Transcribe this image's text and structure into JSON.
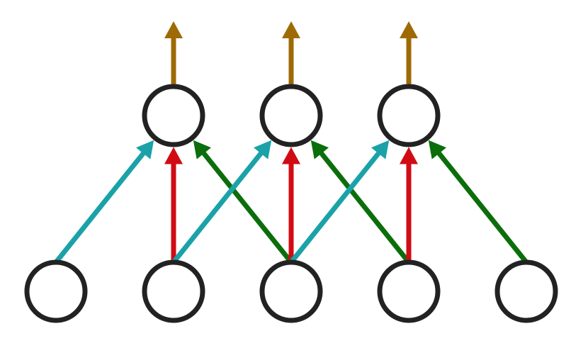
{
  "diagram": {
    "type": "neural-network-connections",
    "colors": {
      "node_stroke": "#222222",
      "node_fill": "#ffffff",
      "output_arrow": "#9e6a05",
      "left_edge": "#1aa2a8",
      "center_edge": "#d10b14",
      "right_edge": "#0b6e0b"
    },
    "layers": {
      "input_nodes": 5,
      "hidden_nodes": 3
    },
    "connections": [
      {
        "from_input": 0,
        "to_hidden": 0,
        "kind": "left_edge"
      },
      {
        "from_input": 1,
        "to_hidden": 0,
        "kind": "center_edge"
      },
      {
        "from_input": 2,
        "to_hidden": 0,
        "kind": "right_edge"
      },
      {
        "from_input": 1,
        "to_hidden": 1,
        "kind": "left_edge"
      },
      {
        "from_input": 2,
        "to_hidden": 1,
        "kind": "center_edge"
      },
      {
        "from_input": 3,
        "to_hidden": 1,
        "kind": "right_edge"
      },
      {
        "from_input": 2,
        "to_hidden": 2,
        "kind": "left_edge"
      },
      {
        "from_input": 3,
        "to_hidden": 2,
        "kind": "center_edge"
      },
      {
        "from_input": 4,
        "to_hidden": 2,
        "kind": "right_edge"
      }
    ],
    "outputs": [
      {
        "from_hidden": 0
      },
      {
        "from_hidden": 1
      },
      {
        "from_hidden": 2
      }
    ]
  }
}
